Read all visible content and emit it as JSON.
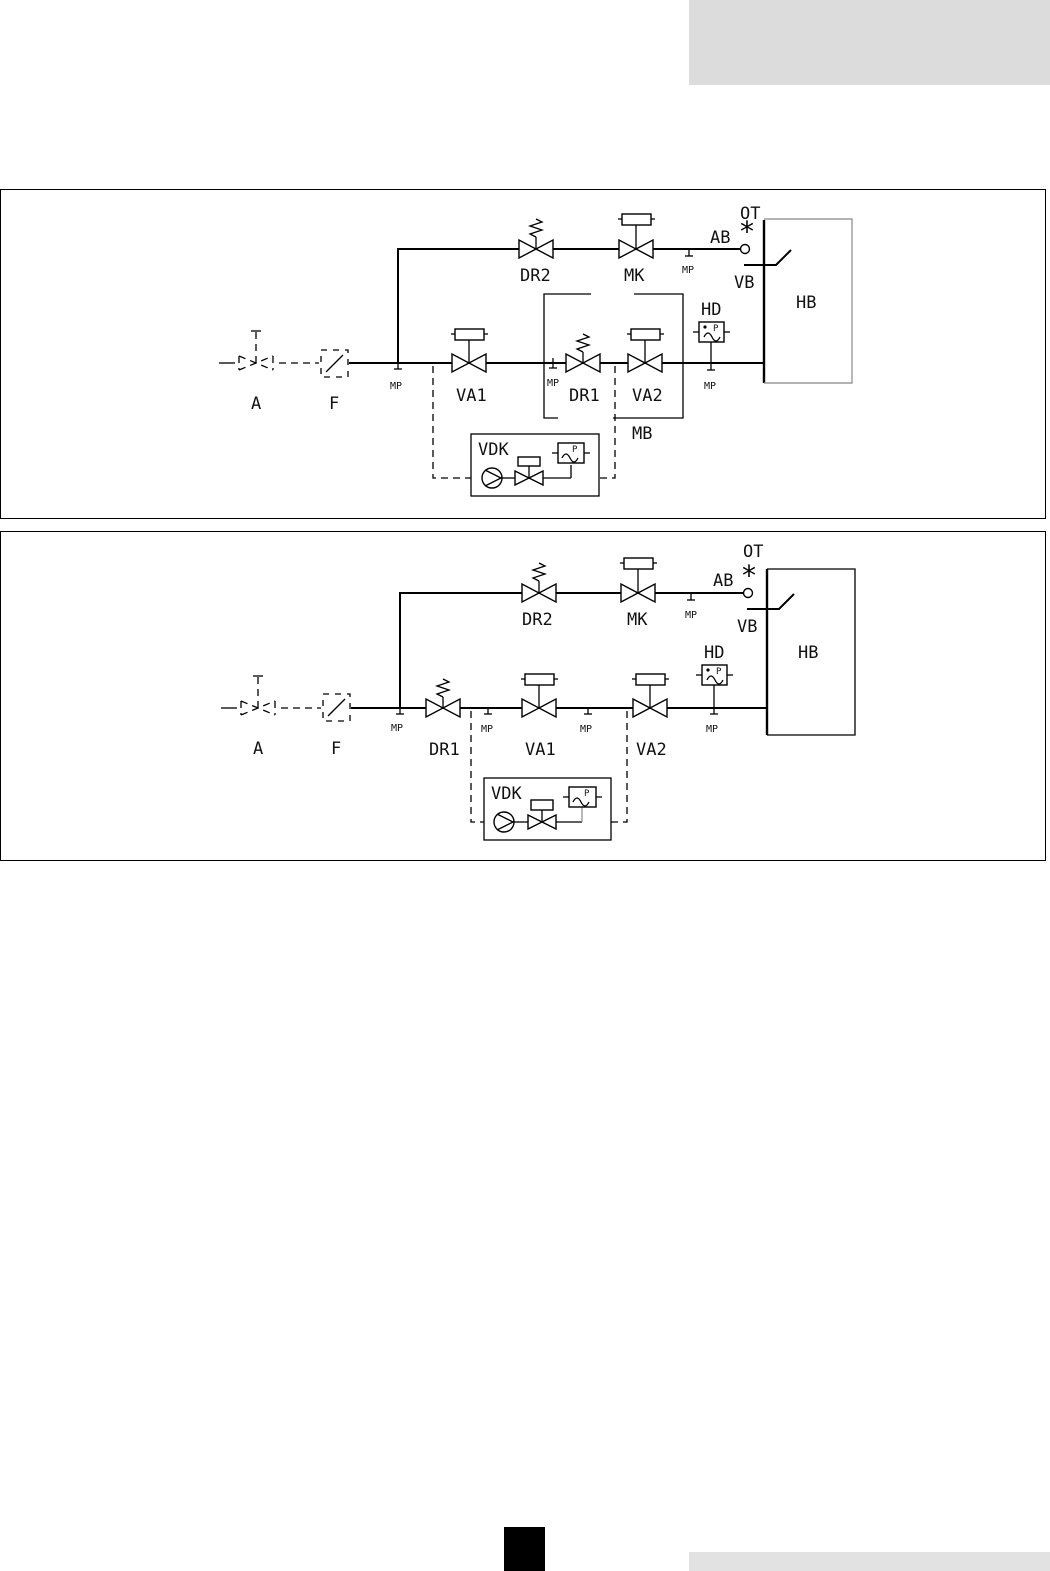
{
  "diagram_1": {
    "labels": {
      "A": "A",
      "F": "F",
      "MP1": "MP",
      "MP2": "MP",
      "MP3": "MP",
      "MP4": "MP",
      "VA1": "VA1",
      "DR1": "DR1",
      "VA2": "VA2",
      "MB": "MB",
      "HD": "HD",
      "HD_P": "P",
      "VDK": "VDK",
      "VDK_P": "P",
      "DR2": "DR2",
      "MK": "MK",
      "AB": "AB",
      "OT": "OT",
      "star": "*",
      "VB": "VB",
      "HB": "HB"
    }
  },
  "diagram_2": {
    "labels": {
      "A": "A",
      "F": "F",
      "MP1": "MP",
      "MP2": "MP",
      "MP3": "MP",
      "MP4": "MP",
      "MP5": "MP",
      "DR1": "DR1",
      "VA1": "VA1",
      "VA2": "VA2",
      "HD": "HD",
      "HD_P": "P",
      "VDK": "VDK",
      "VDK_P": "P",
      "DR2": "DR2",
      "MK": "MK",
      "AB": "AB",
      "OT": "OT",
      "star": "*",
      "VB": "VB",
      "HB": "HB"
    }
  }
}
